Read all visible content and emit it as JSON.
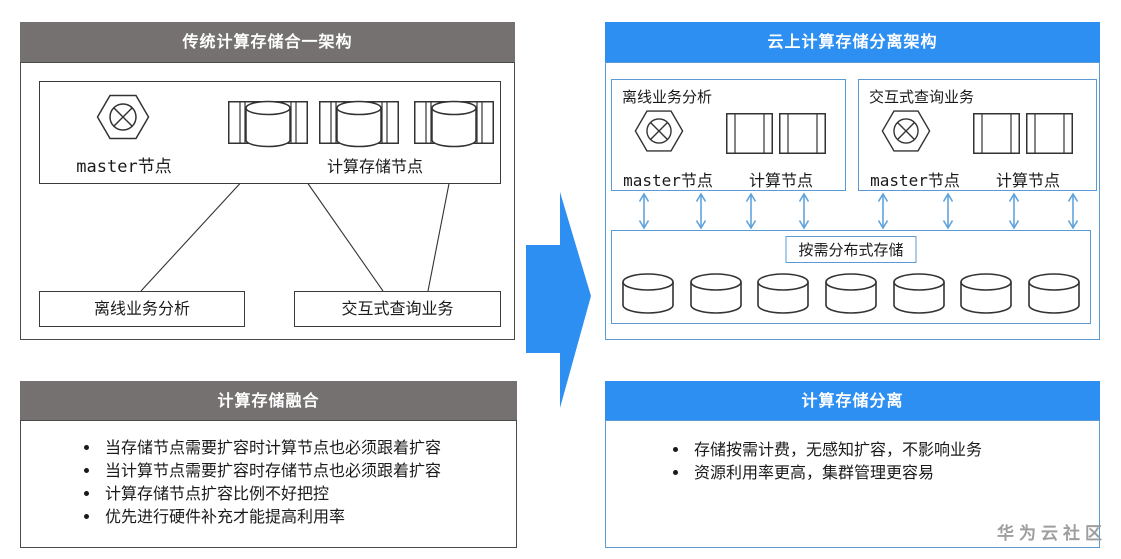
{
  "colors": {
    "gray_header": "#767171",
    "blue_header": "#2E8FF2",
    "light_blue_border": "#5B9BD5",
    "flow_arrow_blue": "#5FA3DC",
    "diagram_stroke": "#333333",
    "watermark_gray": "#9e9e9e"
  },
  "traditional": {
    "title": "传统计算存储合一架构",
    "master_label": "master节点",
    "storage_nodes_label": "计算存储节点",
    "offline_label": "离线业务分析",
    "interactive_label": "交互式查询业务"
  },
  "cloud": {
    "title": "云上计算存储分离架构",
    "groups": [
      {
        "title": "离线业务分析",
        "master_label": "master节点",
        "compute_label": "计算节点"
      },
      {
        "title": "交互式查询业务",
        "master_label": "master节点",
        "compute_label": "计算节点"
      }
    ],
    "storage_label": "按需分布式存储",
    "storage_cylinder_count": 7,
    "flow_arrow_count": 8
  },
  "fusion": {
    "title": "计算存储融合",
    "bullets": [
      "当存储节点需要扩容时计算节点也必须跟着扩容",
      "当计算节点需要扩容时存储节点也必须跟着扩容",
      "计算存储节点扩容比例不好把控",
      "优先进行硬件补充才能提高利用率"
    ]
  },
  "separation": {
    "title": "计算存储分离",
    "bullets": [
      "存储按需计费，无感知扩容，不影响业务",
      "资源利用率更高，集群管理更容易"
    ]
  },
  "watermark": {
    "text": "华为云社区"
  },
  "icons": {
    "master_node": "hexagon-circled-x",
    "compute_storage_node": "server-rect-with-cylinder",
    "compute_node": "server-rect-empty",
    "storage_cylinder": "database-cylinder",
    "flow": "double-headed-vertical-arrow",
    "transform": "big-right-block-arrow"
  }
}
